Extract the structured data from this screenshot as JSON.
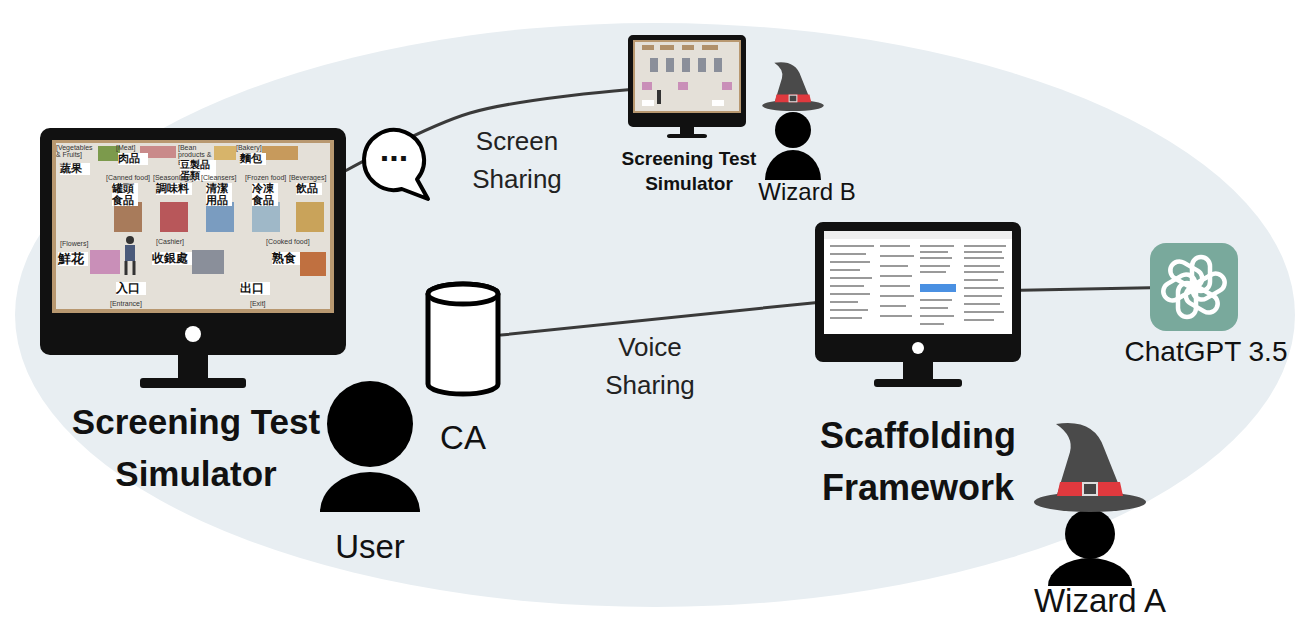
{
  "diagram": {
    "nodes": [
      {
        "text": [
          "Screening Test Simulator"
        ]
      },
      {
        "text": [
          "Screening Test Simulator"
        ]
      },
      {
        "text": [
          "Wizard B"
        ]
      },
      {
        "text": [
          "..."
        ]
      },
      {
        "text": [
          "CA"
        ]
      },
      {
        "text": [
          "Scaffolding Framework"
        ]
      },
      {
        "text": [
          "ChatGPT 3.5"
        ]
      },
      {
        "text": [
          "User"
        ]
      },
      {
        "text": [
          "Wizard A"
        ]
      }
    ],
    "edges": [
      {
        "from": 0,
        "to": 1,
        "label": "Screen Sharing",
        "arrow": "none"
      },
      {
        "from": 4,
        "to": 5,
        "label": "Voice Sharing",
        "arrow": "none"
      },
      {
        "from": 5,
        "to": 6,
        "arrow": "none"
      }
    ],
    "labels": [
      "[Vegetables & Fruits]",
      "蔬果",
      "[Meat]",
      "肉品",
      "[Bean products & Eggs]",
      "豆製品蛋類",
      "[Bakery]",
      "麵包",
      "[Canned food]",
      "罐頭食品",
      "[Seasonings]",
      "調味料",
      "[Cleansers]",
      "清潔用品",
      "[Frozen food]",
      "冷凍食品",
      "[Beverages]",
      "飲品",
      "[Flowers]",
      "鮮花",
      "[Cashier]",
      "收銀處",
      "[Cooked food]",
      "熟食",
      "入口",
      "[Entrance]",
      "出口",
      "[Exit]"
    ]
  }
}
